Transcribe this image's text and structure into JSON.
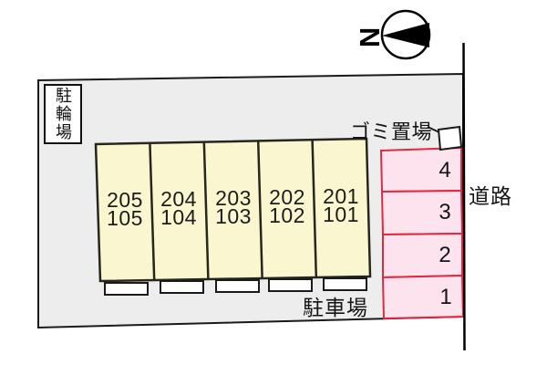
{
  "labels": {
    "bicycle_parking": "駐輪場",
    "garbage_area": "ゴミ置場",
    "parking_lot": "駐車場",
    "road": "道路",
    "compass_north": "N"
  },
  "building": {
    "units": [
      {
        "upper": "205",
        "lower": "105"
      },
      {
        "upper": "204",
        "lower": "104"
      },
      {
        "upper": "203",
        "lower": "103"
      },
      {
        "upper": "202",
        "lower": "102"
      },
      {
        "upper": "201",
        "lower": "101"
      }
    ]
  },
  "parking": {
    "spaces": [
      {
        "number": "4"
      },
      {
        "number": "3"
      },
      {
        "number": "2"
      },
      {
        "number": "1"
      }
    ]
  },
  "colors": {
    "site_fill": "#ededed",
    "unit_fill": "#faf6d0",
    "parking_fill": "#fde3ed",
    "parking_border": "#e32740",
    "line": "#1a1a1a"
  }
}
